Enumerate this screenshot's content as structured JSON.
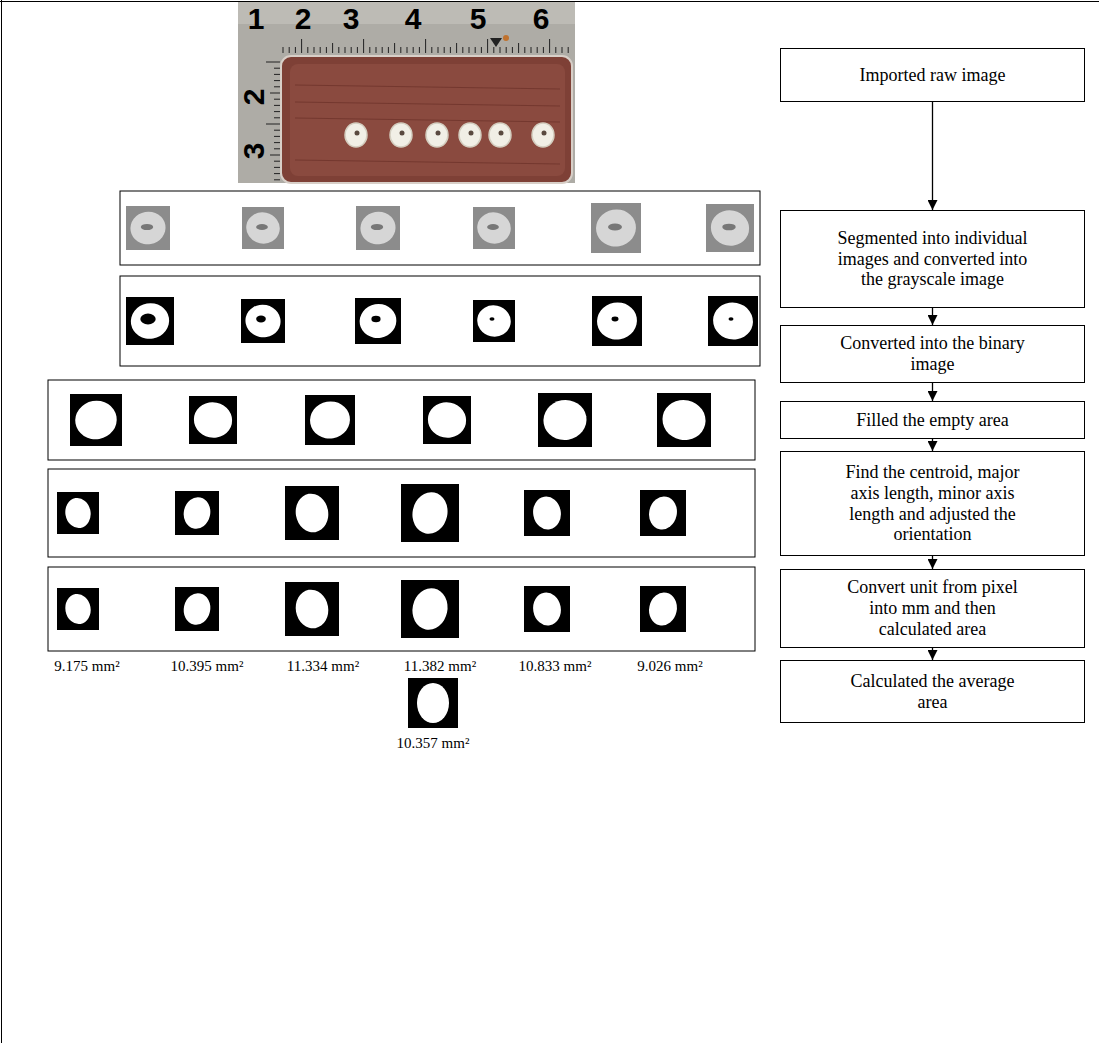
{
  "diagram": {
    "nodes": [
      {
        "text": [
          "Imported raw image"
        ]
      },
      {
        "text": [
          "Segmented into individual images and converted into the grayscale image"
        ]
      },
      {
        "text": [
          "Converted into the binary image"
        ]
      },
      {
        "text": [
          "Filled the empty area"
        ]
      },
      {
        "text": [
          "Find the centroid, major axis length, minor axis length and adjusted the orientation"
        ]
      },
      {
        "text": [
          "Convert unit from pixel into mm and then calculated area"
        ]
      },
      {
        "text": [
          "Calculated the average area"
        ]
      }
    ],
    "edges": [
      {
        "from": 0,
        "to": 1,
        "arrow": "to"
      },
      {
        "from": 1,
        "to": 2,
        "arrow": "to"
      },
      {
        "from": 2,
        "to": 3,
        "arrow": "to"
      },
      {
        "from": 3,
        "to": 4,
        "arrow": "to"
      },
      {
        "from": 4,
        "to": 5,
        "arrow": "to"
      },
      {
        "from": 5,
        "to": 6,
        "arrow": "to"
      }
    ],
    "labels": [
      "1",
      "2",
      "3",
      "4",
      "5",
      "6",
      "2",
      "3",
      "9.175 mm²",
      "10.395 mm²",
      "11.334 mm²",
      "11.382 mm²",
      "10.833 mm²",
      "9.026 mm²",
      "10.357 mm²"
    ]
  }
}
